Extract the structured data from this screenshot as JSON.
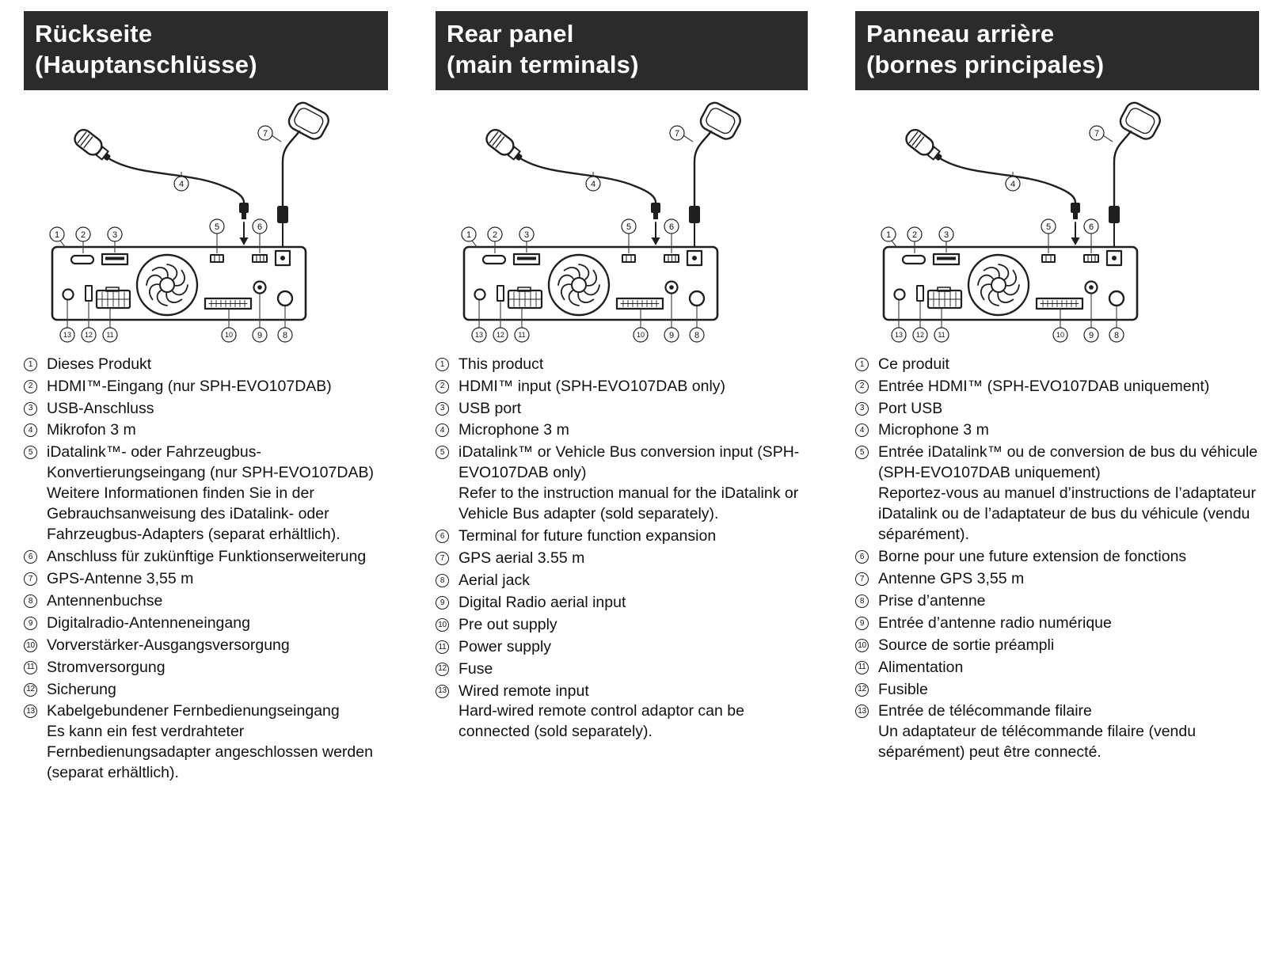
{
  "diagram": {
    "callouts": [
      "1",
      "2",
      "3",
      "4",
      "5",
      "6",
      "7",
      "8",
      "9",
      "10",
      "11",
      "12",
      "13"
    ]
  },
  "columns": [
    {
      "id": "german",
      "header_line1": "Rückseite",
      "header_line2": "(Hauptanschlüsse)",
      "items": [
        {
          "num": "1",
          "text": "Dieses Produkt"
        },
        {
          "num": "2",
          "text": "HDMI™-Eingang (nur SPH-EVO107DAB)"
        },
        {
          "num": "3",
          "text": "USB-Anschluss"
        },
        {
          "num": "4",
          "text": "Mikrofon 3 m"
        },
        {
          "num": "5",
          "text": "iDatalink™- oder Fahrzeugbus-Konvertierungseingang (nur SPH-EVO107DAB)",
          "note": "Weitere Informationen finden Sie in der Gebrauchsanweisung des iDatalink- oder Fahrzeugbus-Adapters (separat erhältlich)."
        },
        {
          "num": "6",
          "text": "Anschluss für zukünftige Funktionserweiterung"
        },
        {
          "num": "7",
          "text": "GPS-Antenne 3,55 m"
        },
        {
          "num": "8",
          "text": "Antennenbuchse"
        },
        {
          "num": "9",
          "text": "Digitalradio-Antenneneingang"
        },
        {
          "num": "10",
          "text": "Vorverstärker-Ausgangsversorgung"
        },
        {
          "num": "11",
          "text": "Stromversorgung"
        },
        {
          "num": "12",
          "text": "Sicherung"
        },
        {
          "num": "13",
          "text": "Kabelgebundener Fernbedienungseingang",
          "note": "Es kann ein fest verdrahteter Fernbedienungsadapter angeschlossen werden (separat erhältlich)."
        }
      ]
    },
    {
      "id": "english",
      "header_line1": "Rear panel",
      "header_line2": "(main terminals)",
      "items": [
        {
          "num": "1",
          "text": "This product"
        },
        {
          "num": "2",
          "text": "HDMI™ input (SPH-EVO107DAB only)"
        },
        {
          "num": "3",
          "text": "USB port"
        },
        {
          "num": "4",
          "text": "Microphone 3 m"
        },
        {
          "num": "5",
          "text": "iDatalink™ or Vehicle Bus conversion input (SPH-EVO107DAB only)",
          "note": "Refer to the instruction manual for the iDatalink or Vehicle Bus adapter (sold separately)."
        },
        {
          "num": "6",
          "text": "Terminal for future function expansion"
        },
        {
          "num": "7",
          "text": "GPS aerial 3.55 m"
        },
        {
          "num": "8",
          "text": "Aerial jack"
        },
        {
          "num": "9",
          "text": "Digital Radio aerial input"
        },
        {
          "num": "10",
          "text": "Pre out supply"
        },
        {
          "num": "11",
          "text": "Power supply"
        },
        {
          "num": "12",
          "text": "Fuse"
        },
        {
          "num": "13",
          "text": "Wired remote input",
          "note": "Hard-wired remote control adaptor can be connected (sold separately)."
        }
      ]
    },
    {
      "id": "french",
      "header_line1": "Panneau arrière",
      "header_line2": "(bornes principales)",
      "items": [
        {
          "num": "1",
          "text": "Ce produit"
        },
        {
          "num": "2",
          "text": "Entrée HDMI™ (SPH-EVO107DAB uniquement)"
        },
        {
          "num": "3",
          "text": "Port USB"
        },
        {
          "num": "4",
          "text": "Microphone 3 m"
        },
        {
          "num": "5",
          "text": "Entrée iDatalink™ ou de conversion de bus du véhicule (SPH-EVO107DAB uniquement)",
          "note": "Reportez-vous au manuel d’instructions de l’adaptateur iDatalink ou de l’adaptateur de bus du véhicule (vendu séparément)."
        },
        {
          "num": "6",
          "text": "Borne pour une future extension de fonctions"
        },
        {
          "num": "7",
          "text": "Antenne GPS 3,55 m"
        },
        {
          "num": "8",
          "text": "Prise d’antenne"
        },
        {
          "num": "9",
          "text": "Entrée d’antenne radio numérique"
        },
        {
          "num": "10",
          "text": "Source de sortie préampli"
        },
        {
          "num": "11",
          "text": "Alimentation"
        },
        {
          "num": "12",
          "text": "Fusible"
        },
        {
          "num": "13",
          "text": "Entrée de télécommande filaire",
          "note": "Un adaptateur de télécommande filaire (vendu séparément) peut être connecté."
        }
      ]
    }
  ]
}
